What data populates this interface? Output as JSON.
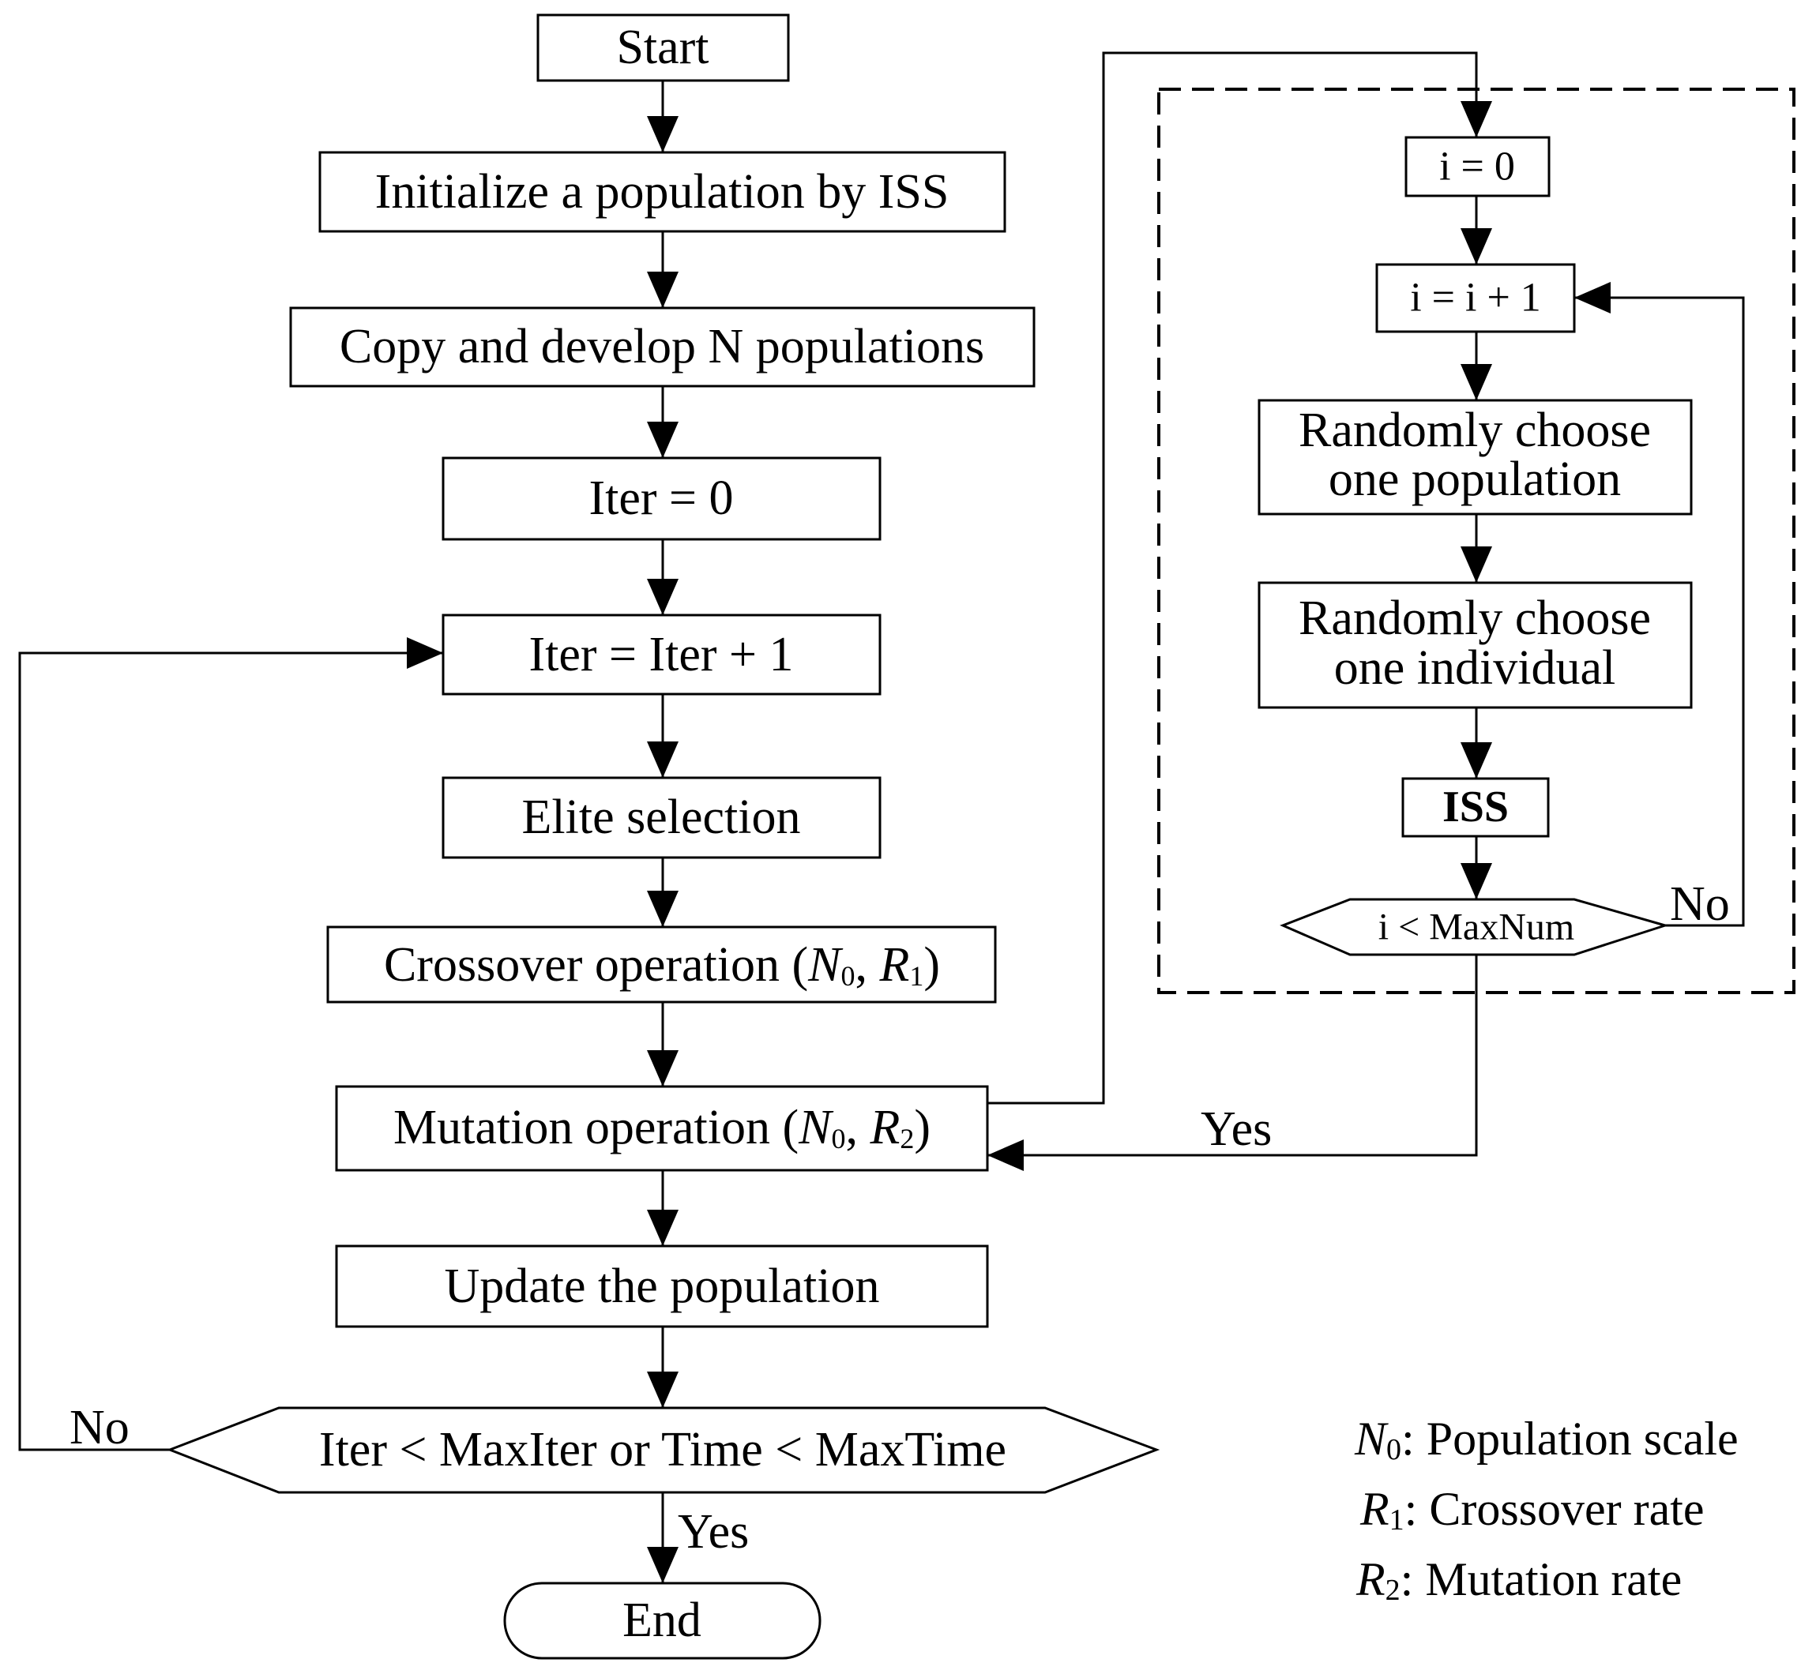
{
  "nodes": {
    "start": "Start",
    "init": "Initialize a population by ISS",
    "copy": "Copy and develop N populations",
    "iter0": "Iter = 0",
    "iter_inc": "Iter = Iter + 1",
    "elite": "Elite selection",
    "crossover_prefix": "Crossover operation (",
    "crossover_p1": "N",
    "crossover_p1_sub": "0",
    "crossover_sep": ", ",
    "crossover_p2": "R",
    "crossover_p2_sub": "1",
    "crossover_suffix": ")",
    "mutation_prefix": "Mutation operation (",
    "mutation_p1": "N",
    "mutation_p1_sub": "0",
    "mutation_sep": ", ",
    "mutation_p2": "R",
    "mutation_p2_sub": "2",
    "mutation_suffix": ")",
    "update": "Update the population",
    "cond_main": "Iter < MaxIter or Time < MaxTime",
    "end": "End",
    "i0": "i = 0",
    "i_inc": "i = i + 1",
    "choose_pop_1": "Randomly choose",
    "choose_pop_2": "one population",
    "choose_ind_1": "Randomly choose",
    "choose_ind_2": "one individual",
    "iss": "ISS",
    "cond_inner": "i < MaxNum"
  },
  "edge_labels": {
    "main_no": "No",
    "main_yes": "Yes",
    "inner_no": "No",
    "inner_yes": "Yes"
  },
  "legend": [
    {
      "symbol": "N",
      "sub": "0",
      "text": ": Population scale"
    },
    {
      "symbol": "R",
      "sub": "1",
      "text": ": Crossover rate"
    },
    {
      "symbol": "R",
      "sub": "2",
      "text": ": Mutation rate"
    }
  ]
}
